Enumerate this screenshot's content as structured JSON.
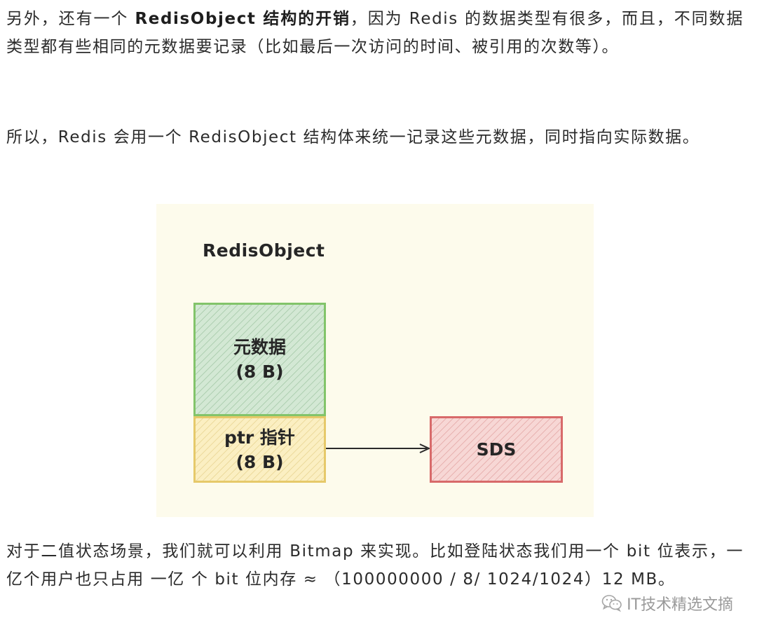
{
  "paragraph1": {
    "prefix": "另外，还有一个 ",
    "bold": "RedisObject 结构的开销",
    "suffix": "，因为 Redis 的数据类型有很多，而且，不同数据类型都有些相同的元数据要记录（比如最后一次访问的时间、被引用的次数等）。"
  },
  "paragraph2": "所以，Redis 会用一个 RedisObject 结构体来统一记录这些元数据，同时指向实际数据。",
  "figure": {
    "title": "RedisObject",
    "metadata_box": {
      "line1": "元数据",
      "line2": "(8 B)"
    },
    "ptr_box": {
      "line1": "ptr 指针",
      "line2": "(8 B)"
    },
    "sds_box": {
      "label": "SDS"
    }
  },
  "paragraph3": "对于二值状态场景，我们就可以利用 Bitmap 来实现。比如登陆状态我们用一个 bit 位表示，一亿个用户也只占用 一亿 个 bit 位内存 ≈ （100000000 / 8/ 1024/1024）12 MB。",
  "watermark": {
    "icon": "wechat-icon",
    "text": "IT技术精选文摘"
  }
}
